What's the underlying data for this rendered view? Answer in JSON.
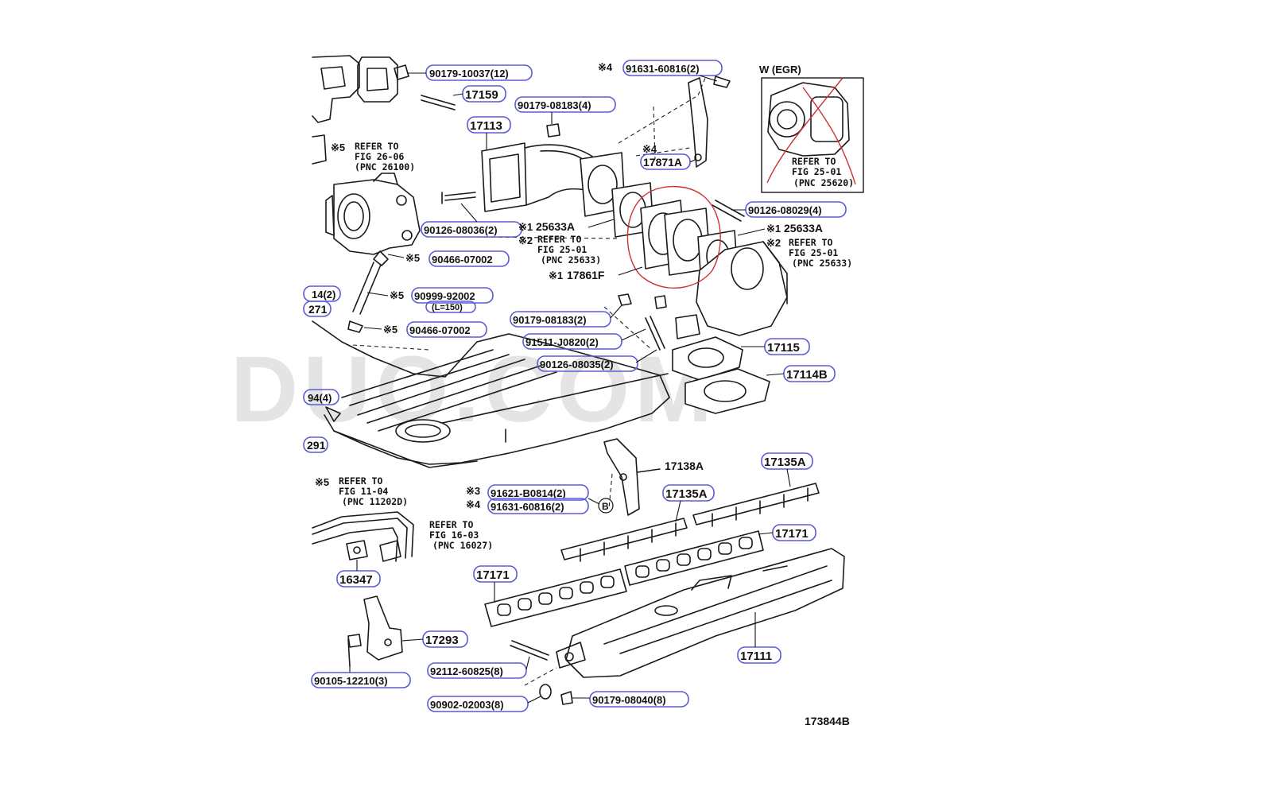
{
  "diagram_id": "173844B",
  "watermark": "DUO.COM",
  "egr_box_title": "W (EGR)",
  "callouts": [
    {
      "id": "c1",
      "code": "90179-10037(12)"
    },
    {
      "id": "c2",
      "code": "17159"
    },
    {
      "id": "c3",
      "code": "91631-60816(2)",
      "mark": "※4"
    },
    {
      "id": "c4",
      "code": "90179-08183(4)"
    },
    {
      "id": "c5",
      "code": "17113"
    },
    {
      "id": "c6",
      "code": "17871A",
      "mark": "※4"
    },
    {
      "id": "c7",
      "code": "90126-08029(4)"
    },
    {
      "id": "c8",
      "code": "90126-08036(2)"
    },
    {
      "id": "c9",
      "code": "25633A",
      "mark": "※1"
    },
    {
      "id": "c10",
      "code": "25633A",
      "mark": "※1"
    },
    {
      "id": "c11",
      "code": "90466-07002",
      "mark": "※5"
    },
    {
      "id": "c12",
      "code": "17861F",
      "mark": "※1"
    },
    {
      "id": "c13",
      "code": "90999-92002",
      "mark": "※5"
    },
    {
      "id": "c14",
      "code": "90179-08183(2)"
    },
    {
      "id": "c15",
      "code": "90466-07002",
      "mark": "※5"
    },
    {
      "id": "c16",
      "code": "91511-J0820(2)"
    },
    {
      "id": "c17",
      "code": "17115"
    },
    {
      "id": "c18",
      "code": "90126-08035(2)"
    },
    {
      "id": "c19",
      "code": "17114B"
    },
    {
      "id": "c20",
      "code": "17138A"
    },
    {
      "id": "c21",
      "code": "17135A"
    },
    {
      "id": "c22",
      "code": "17135A"
    },
    {
      "id": "c23",
      "code": "91621-B0814(2)",
      "mark": "※3"
    },
    {
      "id": "c24",
      "code": "91631-60816(2)",
      "mark": "※4"
    },
    {
      "id": "c25",
      "code": "17171"
    },
    {
      "id": "c26",
      "code": "17171"
    },
    {
      "id": "c27",
      "code": "16347"
    },
    {
      "id": "c28",
      "code": "17293"
    },
    {
      "id": "c29",
      "code": "17111"
    },
    {
      "id": "c30",
      "code": "92112-60825(8)"
    },
    {
      "id": "c31",
      "code": "90105-12210(3)"
    },
    {
      "id": "c32",
      "code": "90902-02003(8)"
    },
    {
      "id": "c33",
      "code": "90179-08040(8)"
    },
    {
      "id": "e1",
      "code": "14(2)"
    },
    {
      "id": "e2",
      "code": "271"
    },
    {
      "id": "e3",
      "code": "94(4)"
    },
    {
      "id": "e4",
      "code": "291"
    }
  ],
  "length_note": "(L=150)",
  "reference_notes": [
    {
      "id": "r1",
      "mark": "※5",
      "lines": [
        "REFER TO",
        "FIG 26-06",
        "(PNC 26100)"
      ]
    },
    {
      "id": "r2",
      "mark": "※2",
      "lines": [
        "REFER TO",
        "FIG 25-01",
        "(PNC 25633)"
      ]
    },
    {
      "id": "r3",
      "mark": "※2",
      "lines": [
        "REFER TO",
        "FIG 25-01",
        "(PNC 25633)"
      ]
    },
    {
      "id": "r4",
      "mark": "",
      "lines": [
        "REFER TO",
        "FIG 25-01",
        "(PNC 25620)"
      ]
    },
    {
      "id": "r5",
      "mark": "※5",
      "lines": [
        "REFER TO",
        "FIG 11-04",
        "(PNC 11202D)"
      ]
    },
    {
      "id": "r6",
      "mark": "",
      "lines": [
        "REFER TO",
        "FIG 16-03",
        "(PNC 16027)"
      ]
    }
  ],
  "circle_marker": "B",
  "colors": {
    "callout_outline": "#5b5bd6",
    "ink": "#1a1a1a",
    "annotation_red": "#cc3333",
    "watermark": "#cfcfcf"
  }
}
